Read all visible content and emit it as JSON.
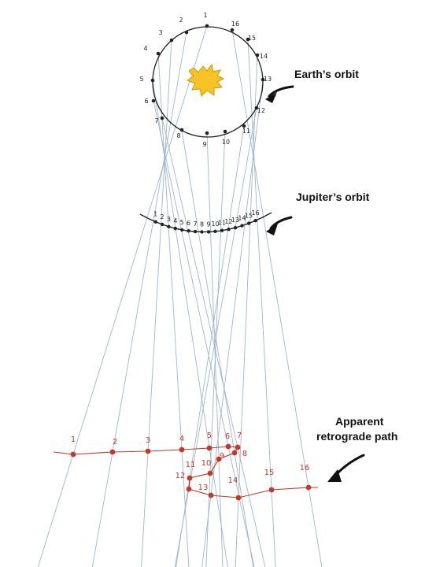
{
  "labels": {
    "earth_orbit": "Earth’s orbit",
    "jupiter_orbit": "Jupiter’s orbit",
    "apparent_path_line1": "Apparent",
    "apparent_path_line2": "retrograde path"
  },
  "earth_numbers": [
    "1",
    "2",
    "3",
    "4",
    "5",
    "6",
    "7",
    "8",
    "9",
    "10",
    "11",
    "12",
    "13",
    "14",
    "15",
    "16"
  ],
  "jupiter_numbers": [
    "1",
    "2",
    "3",
    "4",
    "5",
    "6",
    "7",
    "8",
    "9",
    "10",
    "11",
    "12",
    "13",
    "14",
    "15",
    "16"
  ],
  "path_numbers": [
    "1",
    "2",
    "3",
    "4",
    "5",
    "6",
    "7",
    "8",
    "9",
    "10",
    "11",
    "12",
    "13",
    "14",
    "15",
    "16"
  ],
  "colors": {
    "sightline": "#9fb5cf",
    "retrograde": "#c0392b",
    "sun_fill": "#f7c326",
    "sun_stroke": "#c99a00",
    "orbit": "#222222"
  },
  "icons": [
    "sun-icon",
    "arrow-icon"
  ]
}
